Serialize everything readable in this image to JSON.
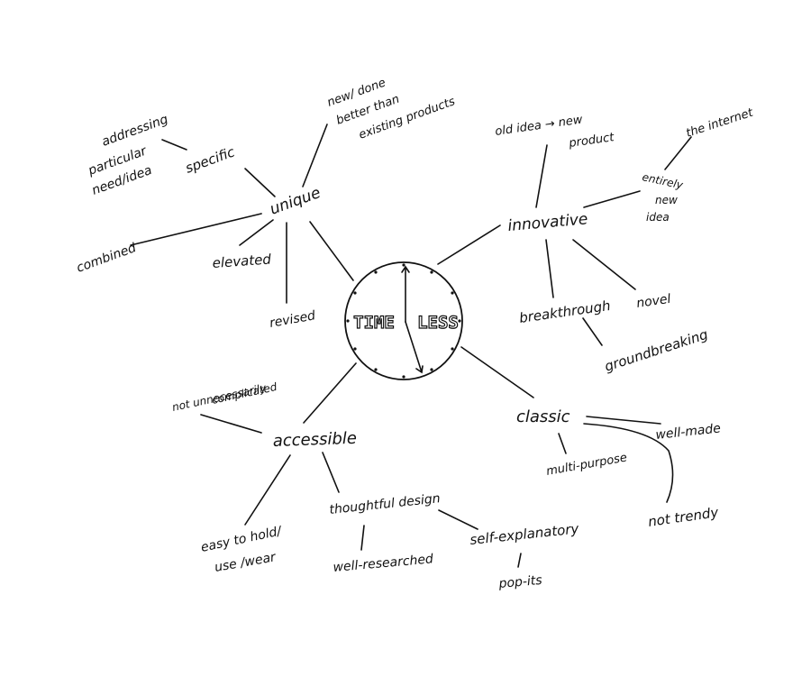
{
  "center": {
    "label": "TIMELESS",
    "label_left": "TIME",
    "label_right": "LESS"
  },
  "branches": {
    "unique": {
      "label": "unique",
      "children": {
        "new_done_better": [
          "new/ done",
          "better than",
          "existing products"
        ],
        "specific": "specific",
        "addressing": [
          "addressing",
          "particular",
          "need/idea"
        ],
        "combined": "combined",
        "elevated": "elevated",
        "revised": "revised"
      }
    },
    "innovative": {
      "label": "innovative",
      "children": {
        "old_idea": [
          "old idea → new",
          "product"
        ],
        "the_internet": "the internet",
        "entirely_new": [
          "entirely",
          "new",
          "idea"
        ],
        "breakthrough": "breakthrough",
        "novel": "novel",
        "groundbreaking": "groundbreaking"
      }
    },
    "accessible": {
      "label": "accessible",
      "children": {
        "not_complicated": [
          "not unnecessarily",
          "complicated"
        ],
        "easy_to_hold": [
          "easy to hold/",
          "use /wear"
        ],
        "thoughtful_design": "thoughtful design",
        "well_researched": "well-researched",
        "self_explanatory": "self-explanatory",
        "pop_its": "pop-its"
      }
    },
    "classic": {
      "label": "classic",
      "children": {
        "well_made": "well-made",
        "multi_purpose": "multi-purpose",
        "not_trendy": "not trendy"
      }
    }
  },
  "colors": {
    "ink": "#111111",
    "background": "#ffffff"
  }
}
